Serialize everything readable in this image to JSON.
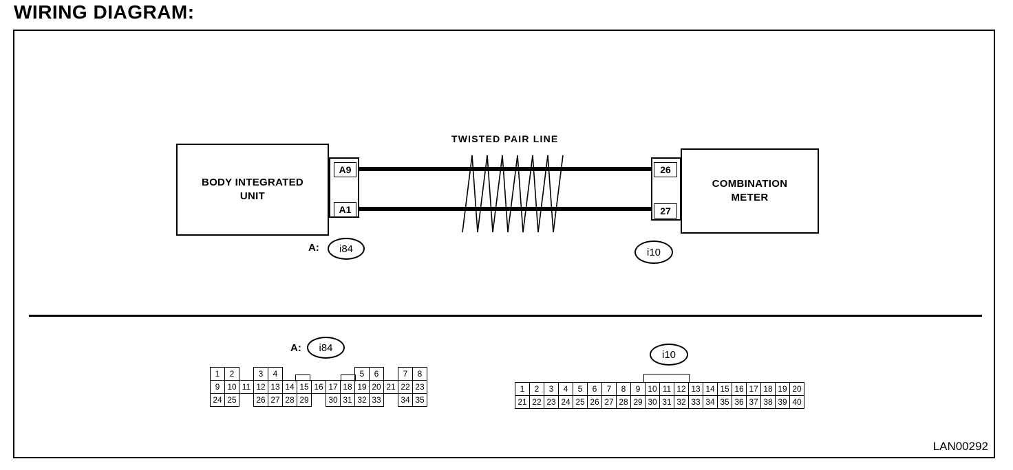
{
  "title": "WIRING DIAGRAM:",
  "left_unit": {
    "line1": "BODY INTEGRATED",
    "line2": "UNIT"
  },
  "right_unit": {
    "line1": "COMBINATION",
    "line2": "METER"
  },
  "twisted_pair_label": "TWISTED PAIR LINE",
  "left_pins": [
    "A9",
    "A1"
  ],
  "right_pins": [
    "26",
    "27"
  ],
  "left_connector": {
    "prefix": "A:",
    "id": "i84"
  },
  "right_connector": {
    "id": "i10"
  },
  "connector_i84": {
    "prefix": "A:",
    "id": "i84",
    "rows": [
      [
        "1",
        "2",
        "",
        "",
        "3",
        "4",
        "",
        "",
        "",
        "",
        "",
        "",
        "",
        "5",
        "6",
        "",
        "7",
        "8"
      ],
      [
        "9",
        "10",
        "11",
        "12",
        "13",
        "14",
        "15",
        "16",
        "17",
        "18",
        "19",
        "20",
        "21",
        "22",
        "23"
      ],
      [
        "24",
        "25",
        "",
        "26",
        "27",
        "28",
        "29",
        "",
        "30",
        "31",
        "32",
        "33",
        "",
        "34",
        "35"
      ]
    ]
  },
  "connector_i10": {
    "id": "i10",
    "rows": [
      [
        "1",
        "2",
        "3",
        "4",
        "5",
        "6",
        "7",
        "8",
        "9",
        "10",
        "11",
        "12",
        "13",
        "14",
        "15",
        "16",
        "17",
        "18",
        "19",
        "20"
      ],
      [
        "21",
        "22",
        "23",
        "24",
        "25",
        "26",
        "27",
        "28",
        "29",
        "30",
        "31",
        "32",
        "33",
        "34",
        "35",
        "36",
        "37",
        "38",
        "39",
        "40"
      ]
    ]
  },
  "reference_code": "LAN00292"
}
